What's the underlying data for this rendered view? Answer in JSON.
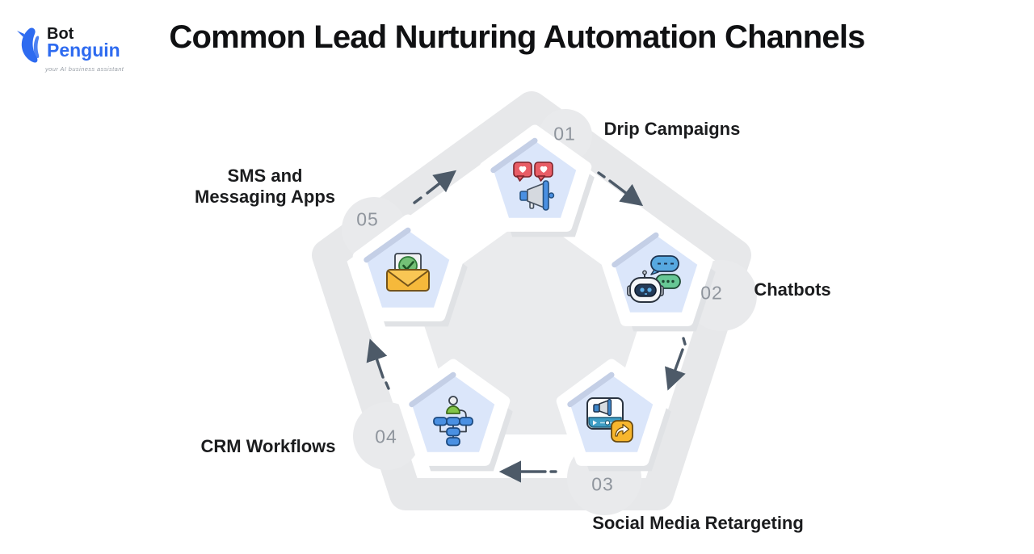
{
  "logo": {
    "name": "Bot",
    "name2": "Penguin",
    "tagline": "your AI business assistant"
  },
  "title": "Common Lead Nurturing Automation Channels",
  "diagram": {
    "type": "cycle-pentagon",
    "items": [
      {
        "number": "01",
        "label": "Drip Campaigns",
        "icon": "megaphone-likes-icon"
      },
      {
        "number": "02",
        "label": "Chatbots",
        "icon": "chatbot-icon"
      },
      {
        "number": "03",
        "label": "Social Media Retargeting",
        "icon": "video-ad-share-icon"
      },
      {
        "number": "04",
        "label": "CRM Workflows",
        "icon": "workflow-orgchart-icon"
      },
      {
        "number": "05",
        "label": "SMS and Messaging Apps",
        "icon": "envelope-check-icon"
      }
    ],
    "colors": {
      "node_fill": "#dbe6fa",
      "node_bevel": "#c4cfe6",
      "node_border": "#ffffff",
      "shadow_gray": "#e0e2e5",
      "center_gray": "#eaebed",
      "number_gray": "#8f959d",
      "arrow": "#4d5a68",
      "brand_blue": "#2e6bf0",
      "badge_red": "#e85d66",
      "badge_yellow": "#f6b93b",
      "badge_green": "#74c076",
      "bubble_blue": "#57a8e0",
      "bubble_green": "#67c795",
      "box_blue": "#4a90e2"
    }
  }
}
